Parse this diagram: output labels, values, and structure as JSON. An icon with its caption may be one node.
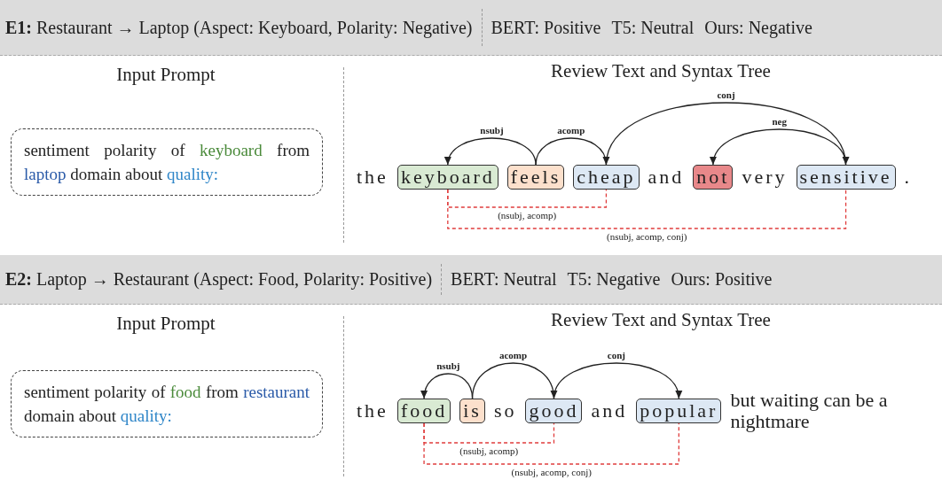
{
  "diagram": {
    "nodes": [
      {
        "text": [
          "**E1:** Restaurant → Laptop (Aspect: Keyboard, Polarity: Negative)",
          "BERT: Positive",
          "T5: Neutral",
          "Ours: Negative"
        ]
      },
      {
        "text": [
          "sentiment polarity of keyboard from laptop domain about quality:"
        ]
      },
      {
        "text": [
          "keyboard"
        ]
      },
      {
        "text": [
          "feels"
        ]
      },
      {
        "text": [
          "cheap"
        ]
      },
      {
        "text": [
          "not"
        ]
      },
      {
        "text": [
          "sensitive"
        ]
      },
      {
        "text": [
          "**E2:** Laptop → Restaurant (Aspect: Food, Polarity: Positive)",
          "BERT: Neutral",
          "T5: Negative",
          "Ours: Positive"
        ]
      },
      {
        "text": [
          "sentiment polarity of food from restaurant domain about quality:"
        ]
      },
      {
        "text": [
          "food"
        ]
      },
      {
        "text": [
          "is"
        ]
      },
      {
        "text": [
          "good"
        ]
      },
      {
        "text": [
          "popular"
        ]
      }
    ],
    "edges": [
      {
        "from": 3,
        "to": 2,
        "arrow": "to",
        "label": "nsubj"
      },
      {
        "from": 3,
        "to": 4,
        "arrow": "to",
        "label": "acomp"
      },
      {
        "from": 4,
        "to": 6,
        "arrow": "to",
        "label": "conj"
      },
      {
        "from": 6,
        "to": 5,
        "arrow": "to",
        "label": "neg"
      },
      {
        "from": 2,
        "to": 4,
        "arrow": "none",
        "label": "(nsubj, acomp)",
        "style": "dashed",
        "color": "#e03c3c"
      },
      {
        "from": 2,
        "to": 6,
        "arrow": "none",
        "label": "(nsubj, acomp, conj)",
        "style": "dashed",
        "color": "#e03c3c"
      },
      {
        "from": 10,
        "to": 9,
        "arrow": "to",
        "label": "nsubj"
      },
      {
        "from": 10,
        "to": 11,
        "arrow": "to",
        "label": "acomp"
      },
      {
        "from": 11,
        "to": 12,
        "arrow": "to",
        "label": "conj"
      },
      {
        "from": 9,
        "to": 11,
        "arrow": "none",
        "label": "(nsubj, acomp)",
        "style": "dashed",
        "color": "#e03c3c"
      },
      {
        "from": 9,
        "to": 12,
        "arrow": "none",
        "label": "(nsubj, acomp, conj)",
        "style": "dashed",
        "color": "#e03c3c"
      }
    ],
    "labels": [
      "Input Prompt",
      "Review Text and Syntax Tree",
      "the",
      "and",
      "very",
      ".",
      "Input Prompt",
      "Review Text and Syntax Tree",
      "the",
      "so",
      "and",
      "but waiting can be a nightmare"
    ]
  }
}
